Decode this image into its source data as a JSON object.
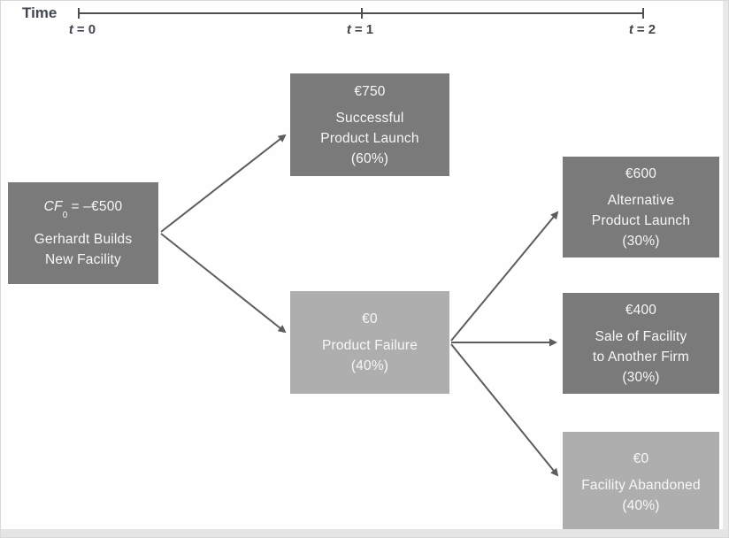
{
  "timeline": {
    "label": "Time",
    "ticks": [
      {
        "var": "t",
        "eq": "= 0"
      },
      {
        "var": "t",
        "eq": "= 1"
      },
      {
        "var": "t",
        "eq": "= 2"
      }
    ]
  },
  "colors": {
    "dark_box": "#7a7a7a",
    "light_box": "#aeaeae",
    "box_text": "#f7f7f7",
    "arrow": "#5d5d5d",
    "timeline_text": "#42474e"
  },
  "nodes": {
    "root": {
      "cf_var": "CF",
      "cf_sub": "0",
      "cf_rest": "= –€500",
      "lines": [
        "Gerhardt Builds",
        "New Facility"
      ],
      "shade": "dark"
    },
    "t1_success": {
      "value": "€750",
      "lines": [
        "Successful",
        "Product Launch"
      ],
      "prob": "(60%)",
      "shade": "dark"
    },
    "t1_failure": {
      "value": "€0",
      "lines": [
        "Product Failure"
      ],
      "prob": "(40%)",
      "shade": "light"
    },
    "t2_alternative": {
      "value": "€600",
      "lines": [
        "Alternative",
        "Product Launch"
      ],
      "prob": "(30%)",
      "shade": "dark"
    },
    "t2_sale": {
      "value": "€400",
      "lines": [
        "Sale of Facility",
        "to Another Firm"
      ],
      "prob": "(30%)",
      "shade": "dark"
    },
    "t2_abandoned": {
      "value": "€0",
      "lines": [
        "Facility Abandoned"
      ],
      "prob": "(40%)",
      "shade": "light"
    }
  },
  "edges": [
    {
      "from": "root",
      "to": "t1_success"
    },
    {
      "from": "root",
      "to": "t1_failure"
    },
    {
      "from": "t1_failure",
      "to": "t2_alternative"
    },
    {
      "from": "t1_failure",
      "to": "t2_sale"
    },
    {
      "from": "t1_failure",
      "to": "t2_abandoned"
    }
  ]
}
